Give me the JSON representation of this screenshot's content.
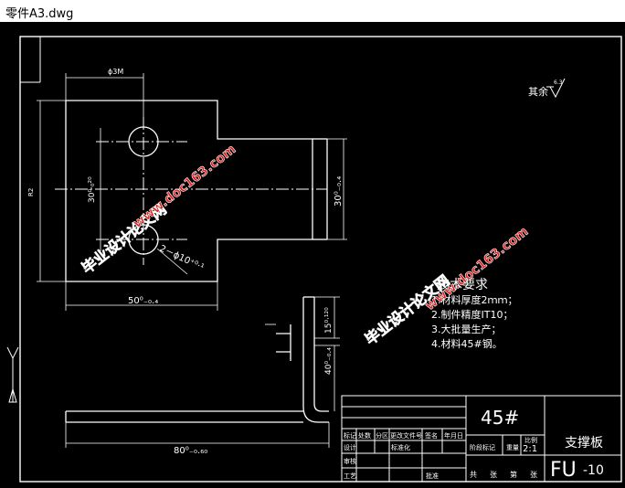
{
  "window": {
    "title": "零件A3.dwg"
  },
  "drawing": {
    "roughness_label": "其余",
    "roughness_value": "6.3",
    "tech_requirements": {
      "heading": "技术要求",
      "items": [
        "1.材料厚度2ｍｍ；",
        "2.制件精度IT10；",
        "3.大批量生产；",
        "4.材料45#钢。"
      ]
    },
    "dimensions": {
      "top_hole_gap": "ϕ3M",
      "hole_spacing": "30⁰·₀²⁰",
      "width_50": "50⁰₋₀.₄",
      "height_30": "30⁰₋₀.₄",
      "holes": "2－ϕ10⁺⁰·¹",
      "side_15": "15⁰·¹²⁰",
      "side_40": "40⁰₋₀.₄",
      "bottom_80": "80⁰₋₀.₆₀",
      "left_small": "R2"
    },
    "title_block": {
      "material": "45#",
      "part_name": "支撑板",
      "drawing_no": "FU",
      "drawing_no_suffix": "-10",
      "scale": "2:1",
      "header_cells": [
        "标记",
        "处数",
        "分区",
        "更改文件号",
        "签名",
        "年月日"
      ],
      "row_design": [
        "设计",
        "阶段标记",
        "重量",
        "比例"
      ],
      "row_check": "审核",
      "row_process": "工艺",
      "row_approve": "批准",
      "row_standard": "标准化",
      "bottom_cells": [
        "共",
        "张",
        "第",
        "张"
      ]
    },
    "watermarks": [
      "毕业设计论文网",
      "www.doc163.com"
    ]
  }
}
